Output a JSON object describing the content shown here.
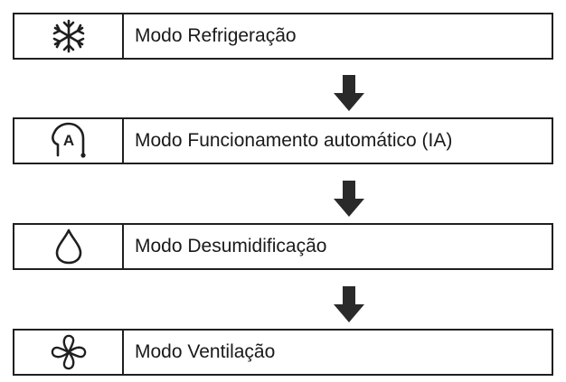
{
  "modes": [
    {
      "label": "Modo Refrigeração",
      "icon": "snowflake-icon"
    },
    {
      "label": "Modo Funcionamento automático (IA)",
      "icon": "auto-ai-icon"
    },
    {
      "label": "Modo Desumidificação",
      "icon": "water-drop-icon"
    },
    {
      "label": "Modo Ventilação",
      "icon": "fan-icon"
    }
  ],
  "auto_icon_letter": "A",
  "colors": {
    "stroke": "#1f1f1f",
    "arrow": "#2a2a2a",
    "background": "#ffffff"
  }
}
